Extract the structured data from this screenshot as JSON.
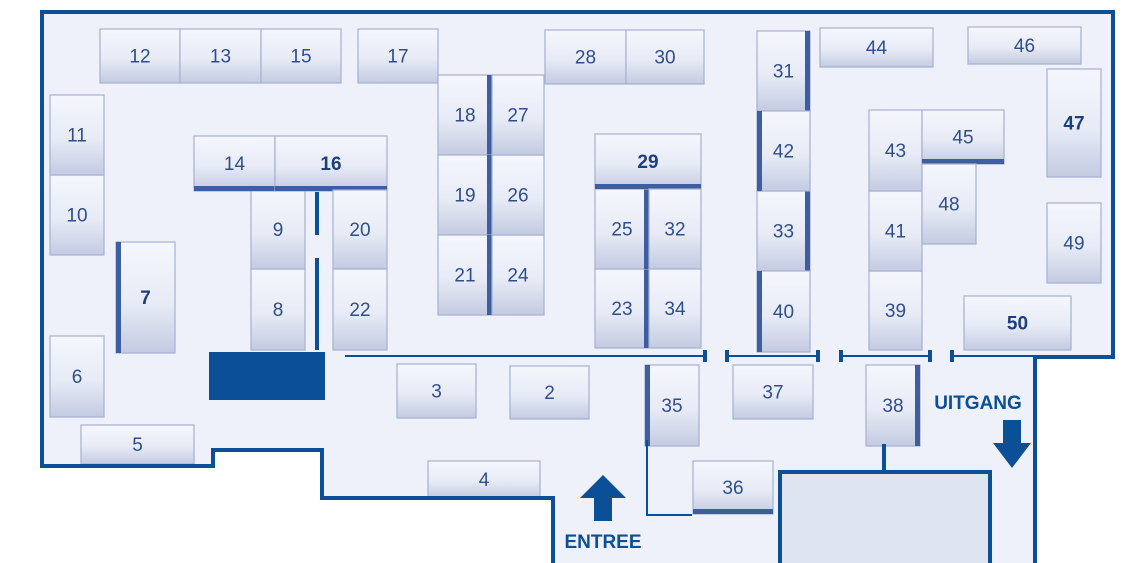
{
  "map": {
    "entrance_label": "ENTREE",
    "exit_label": "UITGANG",
    "booths": [
      {
        "id": "2",
        "bold": false
      },
      {
        "id": "3",
        "bold": false
      },
      {
        "id": "4",
        "bold": false
      },
      {
        "id": "5",
        "bold": false
      },
      {
        "id": "6",
        "bold": false
      },
      {
        "id": "7",
        "bold": true
      },
      {
        "id": "8",
        "bold": false
      },
      {
        "id": "9",
        "bold": false
      },
      {
        "id": "10",
        "bold": false
      },
      {
        "id": "11",
        "bold": false
      },
      {
        "id": "12",
        "bold": false
      },
      {
        "id": "13",
        "bold": false
      },
      {
        "id": "14",
        "bold": false
      },
      {
        "id": "15",
        "bold": false
      },
      {
        "id": "16",
        "bold": true
      },
      {
        "id": "17",
        "bold": false
      },
      {
        "id": "18",
        "bold": false
      },
      {
        "id": "19",
        "bold": false
      },
      {
        "id": "20",
        "bold": false
      },
      {
        "id": "21",
        "bold": false
      },
      {
        "id": "22",
        "bold": false
      },
      {
        "id": "23",
        "bold": false
      },
      {
        "id": "24",
        "bold": false
      },
      {
        "id": "25",
        "bold": false
      },
      {
        "id": "26",
        "bold": false
      },
      {
        "id": "27",
        "bold": false
      },
      {
        "id": "28",
        "bold": false
      },
      {
        "id": "29",
        "bold": true
      },
      {
        "id": "30",
        "bold": false
      },
      {
        "id": "31",
        "bold": false
      },
      {
        "id": "32",
        "bold": false
      },
      {
        "id": "33",
        "bold": false
      },
      {
        "id": "34",
        "bold": false
      },
      {
        "id": "35",
        "bold": false
      },
      {
        "id": "36",
        "bold": false
      },
      {
        "id": "37",
        "bold": false
      },
      {
        "id": "38",
        "bold": false
      },
      {
        "id": "39",
        "bold": false
      },
      {
        "id": "40",
        "bold": false
      },
      {
        "id": "41",
        "bold": false
      },
      {
        "id": "42",
        "bold": false
      },
      {
        "id": "43",
        "bold": false
      },
      {
        "id": "44",
        "bold": false
      },
      {
        "id": "45",
        "bold": false
      },
      {
        "id": "46",
        "bold": false
      },
      {
        "id": "47",
        "bold": true
      },
      {
        "id": "48",
        "bold": false
      },
      {
        "id": "49",
        "bold": false
      },
      {
        "id": "50",
        "bold": true
      }
    ]
  },
  "colors": {
    "wall": "#0b4f96",
    "floor": "#eef1f9",
    "booth_light": "#f4f6fc",
    "booth_dark": "#c3c9e0",
    "accent": "#3d5fa0",
    "label": "#2f4e8a"
  }
}
